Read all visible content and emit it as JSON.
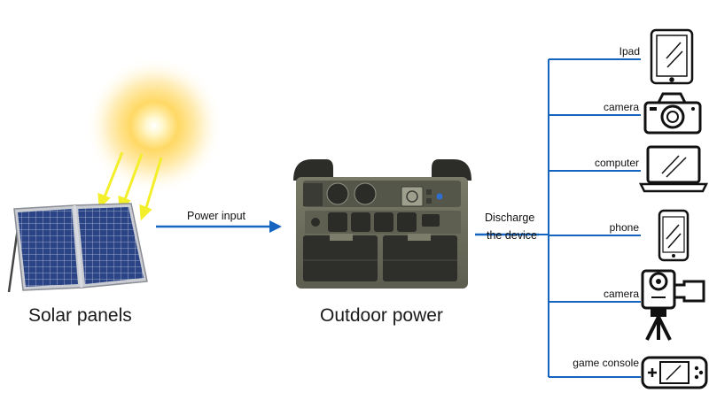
{
  "labels": {
    "solar": "Solar panels",
    "outdoor": "Outdoor power",
    "power_input": "Power input",
    "discharge_line1": "Discharge",
    "discharge_line2": "the device"
  },
  "devices": [
    {
      "label": "Ipad",
      "icon": "tablet-icon"
    },
    {
      "label": "camera",
      "icon": "camera-icon"
    },
    {
      "label": "computer",
      "icon": "laptop-icon"
    },
    {
      "label": "phone",
      "icon": "phone-icon"
    },
    {
      "label": "camera",
      "icon": "video-camera-icon"
    },
    {
      "label": "game console",
      "icon": "game-console-icon"
    }
  ],
  "colors": {
    "line": "#1565c0",
    "sun": "#ffd54f",
    "ray": "#f3ef2a",
    "panel": "#2c3f7a",
    "station_body": "#6e6f5e",
    "station_dark": "#2e2f2b"
  }
}
